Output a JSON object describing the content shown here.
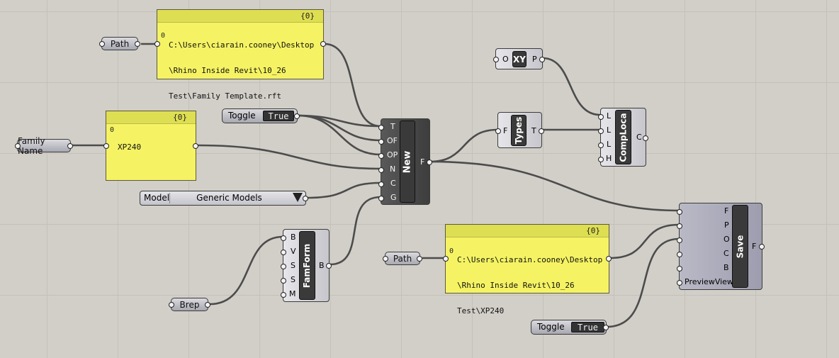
{
  "params": {
    "path1": "Path",
    "path2": "Path",
    "family_name": "Family Name",
    "brep": "Brep"
  },
  "panels": {
    "template": {
      "header": "{0}",
      "index": "0",
      "lines": [
        "C:\\Users\\ciarain.cooney\\Desktop",
        "\\Rhino Inside Revit\\10_26",
        "Test\\Family Template.rft"
      ]
    },
    "family_name_panel": {
      "header": "{0}",
      "index": "0",
      "lines": [
        "XP240"
      ]
    },
    "save_path": {
      "header": "{0}",
      "index": "0",
      "lines": [
        "C:\\Users\\ciarain.cooney\\Desktop",
        "\\Rhino Inside Revit\\10_26",
        "Test\\XP240"
      ]
    }
  },
  "toggles": {
    "toggle1": {
      "label": "Toggle",
      "value": "True"
    },
    "toggle2": {
      "label": "Toggle",
      "value": "True"
    }
  },
  "dropdown": {
    "label": "Model",
    "value": "Generic Models"
  },
  "components": {
    "new": {
      "name": "New",
      "inputs": [
        "T",
        "OF",
        "OP",
        "N",
        "C",
        "G"
      ],
      "output": "F"
    },
    "famform": {
      "name": "FamForm",
      "inputs": [
        "B",
        "V",
        "S",
        "S",
        "M"
      ],
      "output": "B"
    },
    "xy": {
      "name": "XY",
      "input": "O",
      "output": "P"
    },
    "types": {
      "name": "Types",
      "input": "F",
      "output": "T"
    },
    "comploca": {
      "name": "CompLoca",
      "inputs": [
        "L",
        "L",
        "L",
        "H"
      ],
      "output": "C"
    },
    "save": {
      "name": "Save",
      "inputs": [
        "F",
        "P",
        "O",
        "C",
        "B",
        "PreviewView"
      ],
      "output": "F"
    }
  }
}
